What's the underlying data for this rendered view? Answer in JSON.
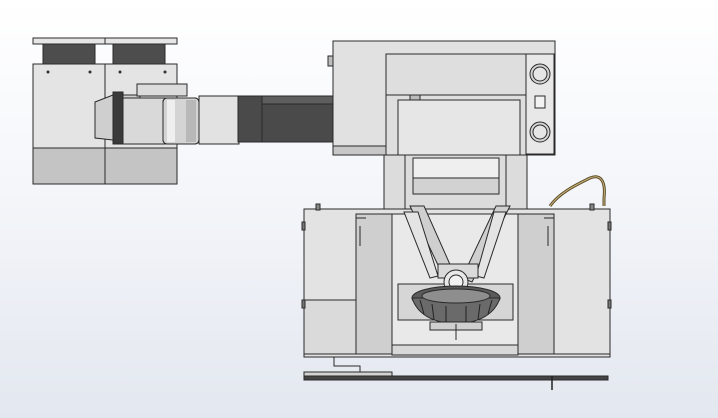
{
  "viewport": {
    "background_top": "#ffffff",
    "background_bottom": "#e3e7ef"
  },
  "model": {
    "body_color": "#e0e0e0",
    "panel_color": "#cbcbcb",
    "dark_color": "#4a4a4a",
    "outline_color": "#2a2a2a",
    "cable_color": "#5c4e2a"
  },
  "components": [
    "gripper-jaw-left",
    "gripper-jaw-right",
    "gripper-flange",
    "motor-cylinder",
    "telescopic-arm",
    "spindle-head-housing",
    "control-panel",
    "vertical-column",
    "machine-base-enclosure",
    "delta-linkage",
    "workpiece-fixture",
    "base-rail",
    "sensor-cable"
  ]
}
